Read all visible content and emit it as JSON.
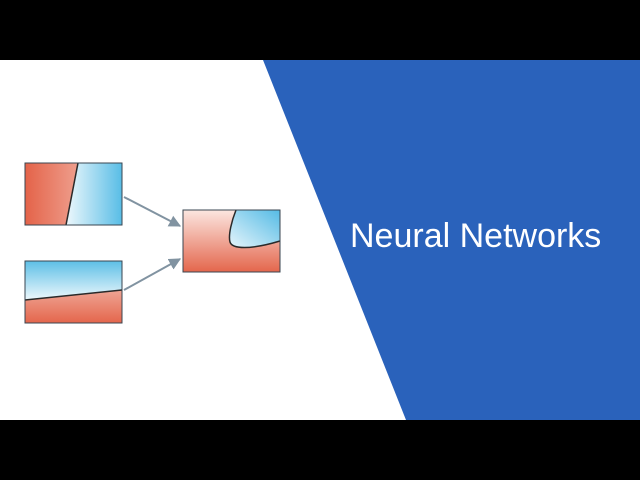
{
  "slide": {
    "title": "Neural Networks"
  },
  "colors": {
    "background": "#ffffff",
    "accent_panel": "#2a62bb",
    "letterbox": "#000000",
    "red_region": "#e46f56",
    "blue_region": "#7fcbe9",
    "arrow": "#8193a1",
    "box_border": "#3a4650"
  },
  "diagram": {
    "nodes": [
      {
        "id": "input-a",
        "role": "input",
        "split": "diagonal-vertical"
      },
      {
        "id": "input-b",
        "role": "input",
        "split": "diagonal-horizontal"
      },
      {
        "id": "output",
        "role": "output",
        "split": "curved-corner"
      }
    ],
    "edges": [
      {
        "from": "input-a",
        "to": "output"
      },
      {
        "from": "input-b",
        "to": "output"
      }
    ]
  }
}
